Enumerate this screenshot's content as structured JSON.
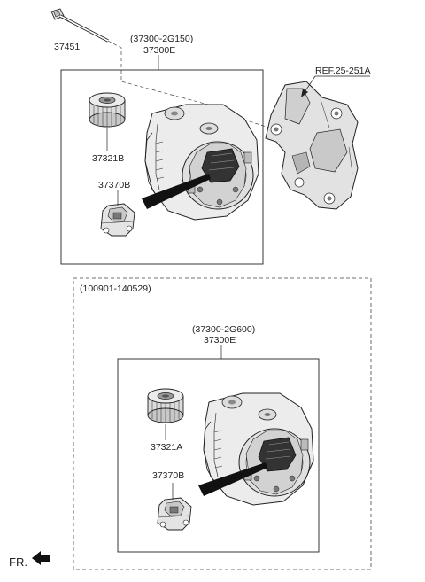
{
  "top_group": {
    "bolt_part": "37451",
    "assembly_alt": "(37300-2G150)",
    "assembly_part": "37300E",
    "reference": "REF.25-251A",
    "pulley_part": "37321B",
    "regulator_part": "37370B"
  },
  "bottom_group": {
    "date_range": "(100901-140529)",
    "assembly_alt": "(37300-2G600)",
    "assembly_part": "37300E",
    "pulley_part": "37321A",
    "regulator_part": "37370B"
  },
  "orientation": {
    "label": "FR."
  },
  "colors": {
    "line": "#222222",
    "part_fill": "#e4e4e4",
    "part_shade": "#bdbdbd",
    "dark": "#333333"
  }
}
